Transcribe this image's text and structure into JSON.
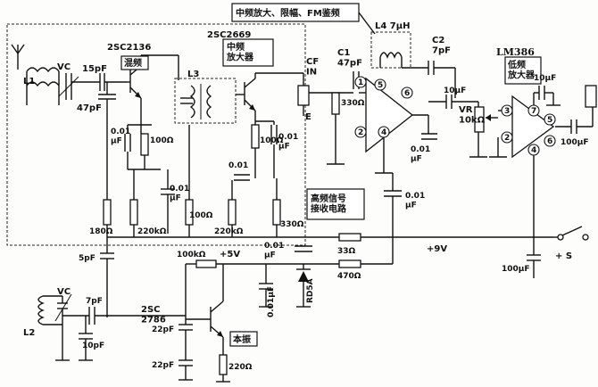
{
  "callouts": {
    "if_amp": "中频放大、限幅、FM鉴频",
    "mixer": "混频",
    "if_amp_stage": "中频\n放大器",
    "low_freq_amp": "低频\n放大器",
    "rf_receiver": "高频信号\n接收电路",
    "osc": "本振"
  },
  "parts": {
    "q_mixer": "2SC2136",
    "q_ifamp": "2SC2669",
    "q_osc": "2SC\n2786",
    "ic_audio": "LM386",
    "l4": "L4 7μH",
    "l1": "L1",
    "l2": "L2",
    "l3": "L3",
    "vc_top": "VC",
    "vc_bottom": "VC",
    "cf": "CF\nIN",
    "cf_e": "E",
    "vr": "VR\n10kΩ",
    "c1": "C1\n47pF",
    "c2": "C2\n7pF",
    "c_15p": "15pF",
    "c_47p": "47pF",
    "c_001_a": "0.01\nμF",
    "r_100_a": "100Ω",
    "c_001_b": "0.01\nμF",
    "c_001_c": "0.01",
    "r_100_b": "100Ω",
    "c_001_d": "0.01\nμF",
    "r_330_a": "330Ω",
    "c_001_e": "0.01\nμF",
    "c_10u_a": "10μF",
    "c_10u_b": "10μF",
    "c_100u_a": "100μF",
    "r_180": "180Ω",
    "r_220k_a": "220kΩ",
    "r_100_c": "100Ω",
    "r_220k_b": "220kΩ",
    "r_330_b": "330Ω",
    "c_001_f": "0.01\nμF",
    "c_001_g": "0.01\nμF",
    "r_33": "33Ω",
    "v_supply": "+9V",
    "c_100u_b": "100μF",
    "s_label": "+ S",
    "c_5p": "5pF",
    "c_7p": "7pF",
    "c_10p": "10pF",
    "r_100k": "100kΩ",
    "v_5": "+5V",
    "c_001_h": "0.01μF",
    "zener": "RD5A",
    "r_470": "470Ω",
    "c_22p_a": "22pF",
    "c_22p_b": "22pF",
    "r_220": "220Ω",
    "pin1": "1",
    "pin2": "2",
    "pin4": "4",
    "pin5": "5",
    "pin6": "6",
    "pin3": "3",
    "pin7": "7"
  }
}
